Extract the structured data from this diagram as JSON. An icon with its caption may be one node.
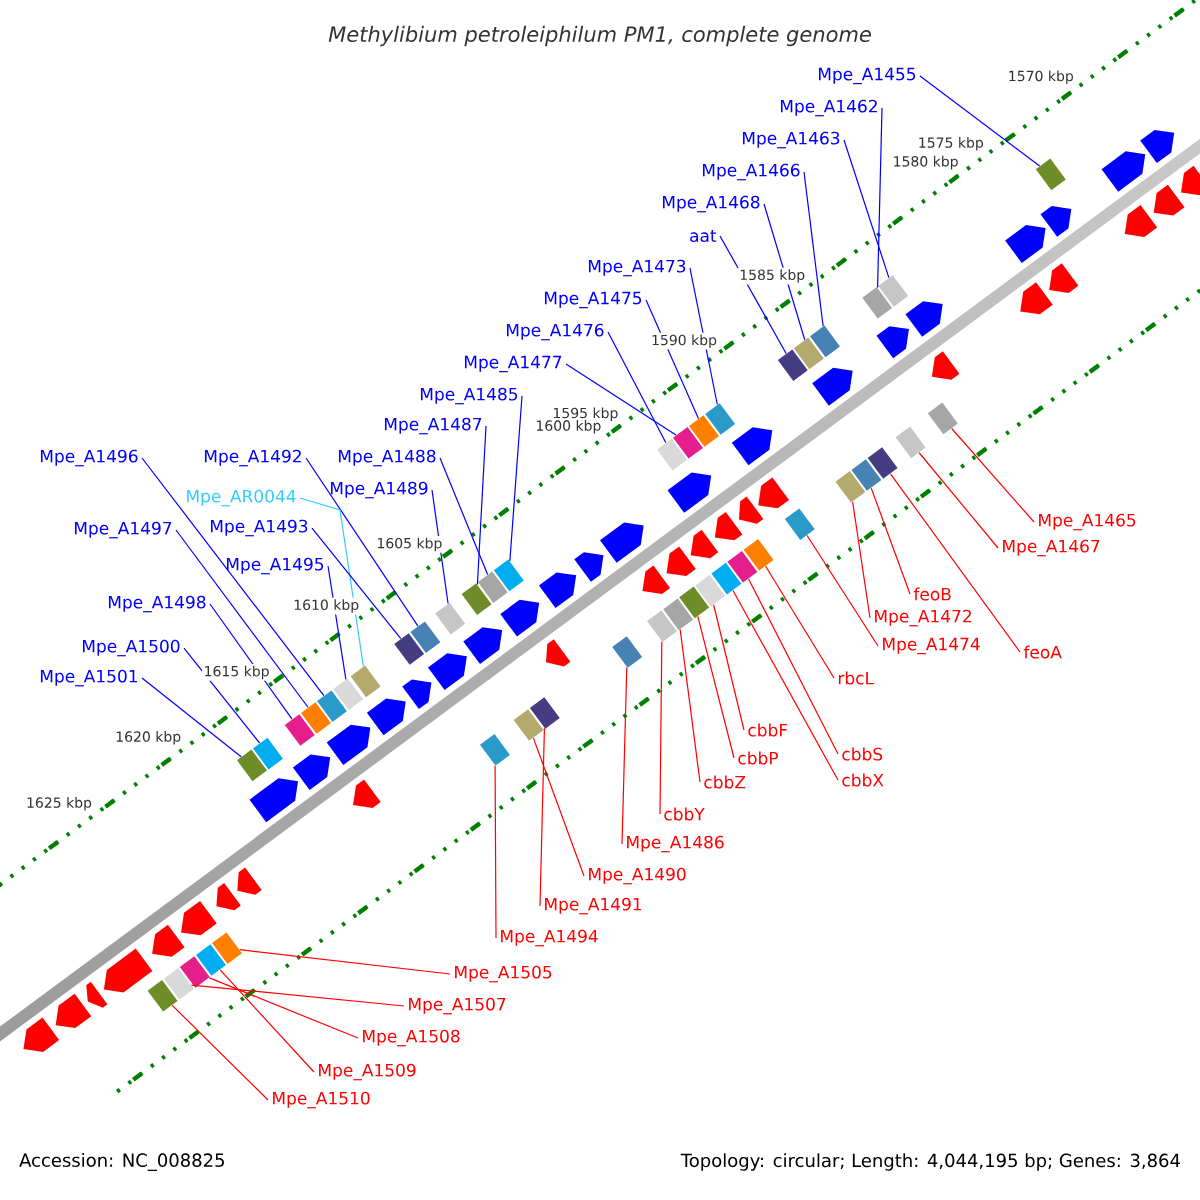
{
  "diagram": {
    "title": "*Methylibium petroleiphilum* PM1, complete genome",
    "nodes": [
      {
        "text": [
          "Mpe_A1455"
        ]
      },
      {
        "text": [
          "Mpe_A1462"
        ]
      },
      {
        "text": [
          "Mpe_A1463"
        ]
      },
      {
        "text": [
          "Mpe_A1466"
        ]
      },
      {
        "text": [
          "Mpe_A1468"
        ]
      },
      {
        "text": [
          "aat"
        ]
      },
      {
        "text": [
          "Mpe_A1473"
        ]
      },
      {
        "text": [
          "Mpe_A1475"
        ]
      },
      {
        "text": [
          "Mpe_A1476"
        ]
      },
      {
        "text": [
          "Mpe_A1477"
        ]
      },
      {
        "text": [
          "Mpe_A1485"
        ]
      },
      {
        "text": [
          "Mpe_A1487"
        ]
      },
      {
        "text": [
          "Mpe_A1488"
        ]
      },
      {
        "text": [
          "Mpe_A1489"
        ]
      },
      {
        "text": [
          "Mpe_A1492"
        ]
      },
      {
        "text": [
          "Mpe_AR0044"
        ]
      },
      {
        "text": [
          "Mpe_A1493"
        ]
      },
      {
        "text": [
          "Mpe_A1496"
        ]
      },
      {
        "text": [
          "Mpe_A1497"
        ]
      },
      {
        "text": [
          "Mpe_A1495"
        ]
      },
      {
        "text": [
          "Mpe_A1498"
        ]
      },
      {
        "text": [
          "Mpe_A1500"
        ]
      },
      {
        "text": [
          "Mpe_A1501"
        ]
      },
      {
        "text": [
          "Mpe_A1465"
        ]
      },
      {
        "text": [
          "Mpe_A1467"
        ]
      },
      {
        "text": [
          "feoB"
        ]
      },
      {
        "text": [
          "Mpe_A1472"
        ]
      },
      {
        "text": [
          "feoA"
        ]
      },
      {
        "text": [
          "Mpe_A1474"
        ]
      },
      {
        "text": [
          "rbcL"
        ]
      },
      {
        "text": [
          "cbbF"
        ]
      },
      {
        "text": [
          "cbbS"
        ]
      },
      {
        "text": [
          "cbbX"
        ]
      },
      {
        "text": [
          "cbbP"
        ]
      },
      {
        "text": [
          "cbbZ"
        ]
      },
      {
        "text": [
          "cbbY"
        ]
      },
      {
        "text": [
          "Mpe_A1486"
        ]
      },
      {
        "text": [
          "Mpe_A1490"
        ]
      },
      {
        "text": [
          "Mpe_A1491"
        ]
      },
      {
        "text": [
          "Mpe_A1494"
        ]
      },
      {
        "text": [
          "Mpe_A1505"
        ]
      },
      {
        "text": [
          "Mpe_A1507"
        ]
      },
      {
        "text": [
          "Mpe_A1508"
        ]
      },
      {
        "text": [
          "Mpe_A1509"
        ]
      },
      {
        "text": [
          "Mpe_A1510"
        ]
      },
      {
        "text": [],
        "shape": "box"
      },
      {
        "text": [],
        "shape": "box"
      },
      {
        "text": [],
        "shape": "box"
      },
      {
        "text": [],
        "shape": "box"
      },
      {
        "text": [],
        "shape": "box"
      },
      {
        "text": [],
        "shape": "box"
      },
      {
        "text": [],
        "shape": "box"
      },
      {
        "text": [],
        "shape": "box"
      },
      {
        "text": [],
        "shape": "box"
      },
      {
        "text": [],
        "shape": "box"
      },
      {
        "text": [],
        "shape": "box"
      },
      {
        "text": [],
        "shape": "box"
      },
      {
        "text": [],
        "shape": "box"
      },
      {
        "text": [],
        "shape": "box"
      },
      {
        "text": [],
        "shape": "box"
      },
      {
        "text": [],
        "shape": "box"
      },
      {
        "text": [],
        "shape": "box"
      },
      {
        "text": [],
        "shape": "box"
      },
      {
        "text": [],
        "shape": "box"
      },
      {
        "text": [],
        "shape": "box"
      },
      {
        "text": [],
        "shape": "box"
      },
      {
        "text": [],
        "shape": "box"
      },
      {
        "text": [],
        "shape": "box"
      },
      {
        "text": [],
        "shape": "box"
      },
      {
        "text": [],
        "shape": "box"
      },
      {
        "text": [],
        "shape": "box"
      },
      {
        "text": [],
        "shape": "box"
      },
      {
        "text": [],
        "shape": "box"
      },
      {
        "text": [],
        "shape": "box"
      },
      {
        "text": [],
        "shape": "box"
      },
      {
        "text": [],
        "shape": "box"
      },
      {
        "text": [],
        "shape": "box"
      },
      {
        "text": [],
        "shape": "box"
      },
      {
        "text": [],
        "shape": "box"
      },
      {
        "text": [],
        "shape": "box"
      },
      {
        "text": [],
        "shape": "box"
      },
      {
        "text": [],
        "shape": "box"
      },
      {
        "text": [],
        "shape": "box"
      },
      {
        "text": [],
        "shape": "box"
      },
      {
        "text": [],
        "shape": "box"
      },
      {
        "text": [],
        "shape": "box"
      },
      {
        "text": [],
        "shape": "box"
      },
      {
        "text": [],
        "shape": "box"
      },
      {
        "text": [],
        "shape": "box"
      },
      {
        "text": [],
        "shape": "box"
      }
    ],
    "edges": [
      {
        "from": 0,
        "to": 45,
        "arrow": "none",
        "color": "#0000ff"
      },
      {
        "from": 1,
        "to": 46,
        "arrow": "none",
        "color": "#0000ff"
      },
      {
        "from": 2,
        "to": 47,
        "arrow": "none",
        "color": "#0000ff"
      },
      {
        "from": 3,
        "to": 48,
        "arrow": "none",
        "color": "#0000ff"
      },
      {
        "from": 4,
        "to": 49,
        "arrow": "none",
        "color": "#0000ff"
      },
      {
        "from": 5,
        "to": 50,
        "arrow": "none",
        "color": "#0000ff"
      },
      {
        "from": 6,
        "to": 51,
        "arrow": "none",
        "color": "#0000ff"
      },
      {
        "from": 7,
        "to": 52,
        "arrow": "none",
        "color": "#0000ff"
      },
      {
        "from": 8,
        "to": 53,
        "arrow": "none",
        "color": "#0000ff"
      },
      {
        "from": 9,
        "to": 54,
        "arrow": "none",
        "color": "#0000ff"
      },
      {
        "from": 10,
        "to": 55,
        "arrow": "none",
        "color": "#0000ff"
      },
      {
        "from": 11,
        "to": 56,
        "arrow": "none",
        "color": "#0000ff"
      },
      {
        "from": 12,
        "to": 57,
        "arrow": "none",
        "color": "#0000ff"
      },
      {
        "from": 13,
        "to": 58,
        "arrow": "none",
        "color": "#0000ff"
      },
      {
        "from": 14,
        "to": 59,
        "arrow": "none",
        "color": "#0000ff"
      },
      {
        "from": 15,
        "to": 60,
        "arrow": "none",
        "color": "#33ccff"
      },
      {
        "from": 16,
        "to": 61,
        "arrow": "none",
        "color": "#0000ff"
      },
      {
        "from": 17,
        "to": 62,
        "arrow": "none",
        "color": "#0000ff"
      },
      {
        "from": 18,
        "to": 63,
        "arrow": "none",
        "color": "#0000ff"
      },
      {
        "from": 19,
        "to": 64,
        "arrow": "none",
        "color": "#0000ff"
      },
      {
        "from": 20,
        "to": 65,
        "arrow": "none",
        "color": "#0000ff"
      },
      {
        "from": 21,
        "to": 66,
        "arrow": "none",
        "color": "#0000ff"
      },
      {
        "from": 22,
        "to": 67,
        "arrow": "none",
        "color": "#0000ff"
      },
      {
        "from": 23,
        "to": 68,
        "arrow": "none",
        "color": "#ff0000"
      },
      {
        "from": 24,
        "to": 69,
        "arrow": "none",
        "color": "#ff0000"
      },
      {
        "from": 25,
        "to": 70,
        "arrow": "none",
        "color": "#ff0000"
      },
      {
        "from": 26,
        "to": 71,
        "arrow": "none",
        "color": "#ff0000"
      },
      {
        "from": 27,
        "to": 72,
        "arrow": "none",
        "color": "#ff0000"
      },
      {
        "from": 28,
        "to": 73,
        "arrow": "none",
        "color": "#ff0000"
      },
      {
        "from": 29,
        "to": 74,
        "arrow": "none",
        "color": "#ff0000"
      },
      {
        "from": 30,
        "to": 75,
        "arrow": "none",
        "color": "#ff0000"
      },
      {
        "from": 31,
        "to": 76,
        "arrow": "none",
        "color": "#ff0000"
      },
      {
        "from": 32,
        "to": 77,
        "arrow": "none",
        "color": "#ff0000"
      },
      {
        "from": 33,
        "to": 78,
        "arrow": "none",
        "color": "#ff0000"
      },
      {
        "from": 34,
        "to": 79,
        "arrow": "none",
        "color": "#ff0000"
      },
      {
        "from": 35,
        "to": 80,
        "arrow": "none",
        "color": "#ff0000"
      },
      {
        "from": 36,
        "to": 81,
        "arrow": "none",
        "color": "#ff0000"
      },
      {
        "from": 37,
        "to": 82,
        "arrow": "none",
        "color": "#ff0000"
      },
      {
        "from": 38,
        "to": 83,
        "arrow": "none",
        "color": "#ff0000"
      },
      {
        "from": 39,
        "to": 84,
        "arrow": "none",
        "color": "#ff0000"
      },
      {
        "from": 40,
        "to": 85,
        "arrow": "none",
        "color": "#ff0000"
      },
      {
        "from": 41,
        "to": 86,
        "arrow": "none",
        "color": "#ff0000"
      },
      {
        "from": 42,
        "to": 87,
        "arrow": "none",
        "color": "#ff0000"
      },
      {
        "from": 43,
        "to": 88,
        "arrow": "none",
        "color": "#ff0000"
      },
      {
        "from": 44,
        "to": 89,
        "arrow": "none",
        "color": "#ff0000"
      }
    ],
    "labels": [
      "1570 kbp",
      "1575 kbp",
      "1580 kbp",
      "1585 kbp",
      "1590 kbp",
      "1595 kbp",
      "1600 kbp",
      "1605 kbp",
      "1610 kbp",
      "1615 kbp",
      "1620 kbp",
      "1625 kbp",
      "Accession: NC_008825",
      "Topology: circular; Length: 4,044,195 bp; Genes: 3,864"
    ]
  }
}
